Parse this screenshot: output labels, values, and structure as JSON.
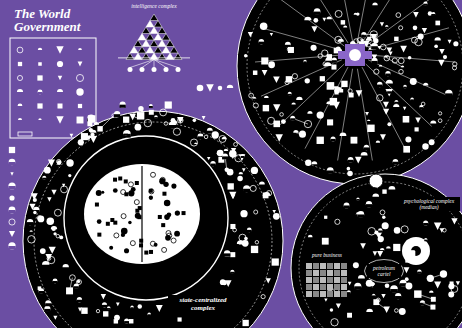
{
  "diagram": {
    "title": "The World Government",
    "nodes": [
      {
        "text": [
          "state-centralized complex"
        ]
      },
      {
        "text": [
          "intelligence complex"
        ]
      },
      {
        "text": [
          "psychological complex (medias)"
        ]
      },
      {
        "text": [
          "pure business"
        ],
        "in": 2
      },
      {
        "text": [
          "petroleum cartel"
        ],
        "in": 2
      }
    ]
  }
}
